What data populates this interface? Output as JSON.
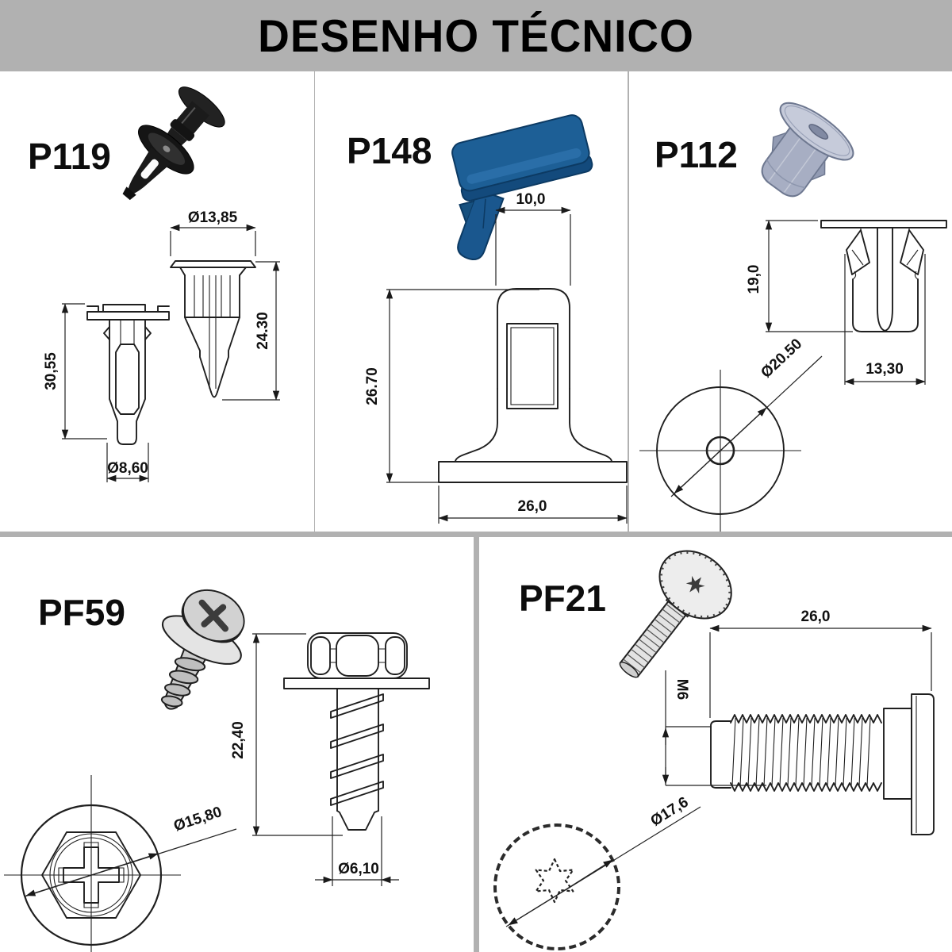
{
  "header": {
    "title": "DESENHO TÉCNICO"
  },
  "parts": {
    "p119": {
      "label": "P119",
      "head_diameter": "Ø13,85",
      "pin_length": "24.30",
      "body_length": "30,55",
      "tip_diameter": "Ø8,60"
    },
    "p148": {
      "label": "P148",
      "top_width": "10,0",
      "height": "26.70",
      "base_width": "26,0"
    },
    "p112": {
      "label": "P112",
      "height": "19,0",
      "body_width": "13,30",
      "flange_diameter": "Ø20.50"
    },
    "pf59": {
      "label": "PF59",
      "length": "22,40",
      "head_diameter": "Ø15,80",
      "thread_diameter": "Ø6,10"
    },
    "pf21": {
      "label": "PF21",
      "length": "26,0",
      "thread_spec": "M6",
      "head_diameter": "Ø17,6"
    }
  },
  "colors": {
    "header_bg": "#b1b1b1",
    "divider": "#b1b1b1",
    "line": "#1f1f1f",
    "clip_blue": "#1d5f96",
    "grommet_gray": "#a7aec3"
  }
}
